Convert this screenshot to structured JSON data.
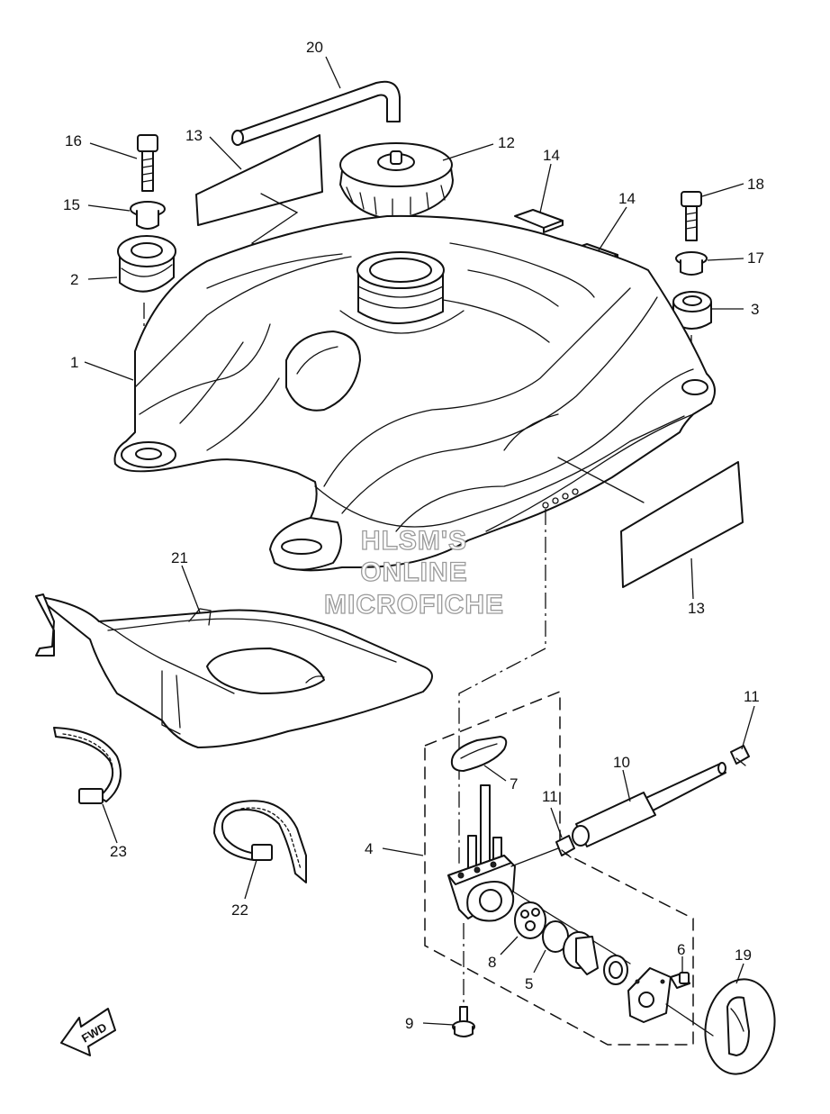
{
  "callouts": {
    "c1": "1",
    "c2": "2",
    "c3": "3",
    "c4": "4",
    "c5": "5",
    "c6": "6",
    "c7": "7",
    "c8": "8",
    "c9": "9",
    "c10": "10",
    "c11a": "11",
    "c11b": "11",
    "c12": "12",
    "c13a": "13",
    "c13b": "13",
    "c14a": "14",
    "c14b": "14",
    "c15": "15",
    "c16": "16",
    "c17": "17",
    "c18": "18",
    "c19": "19",
    "c20": "20",
    "c21": "21",
    "c22": "22",
    "c23": "23"
  },
  "watermark": {
    "line1": "HLSM'S",
    "line2": "ONLINE",
    "line3": "MICROFICHE"
  },
  "direction_arrow": {
    "label": "FWD"
  }
}
